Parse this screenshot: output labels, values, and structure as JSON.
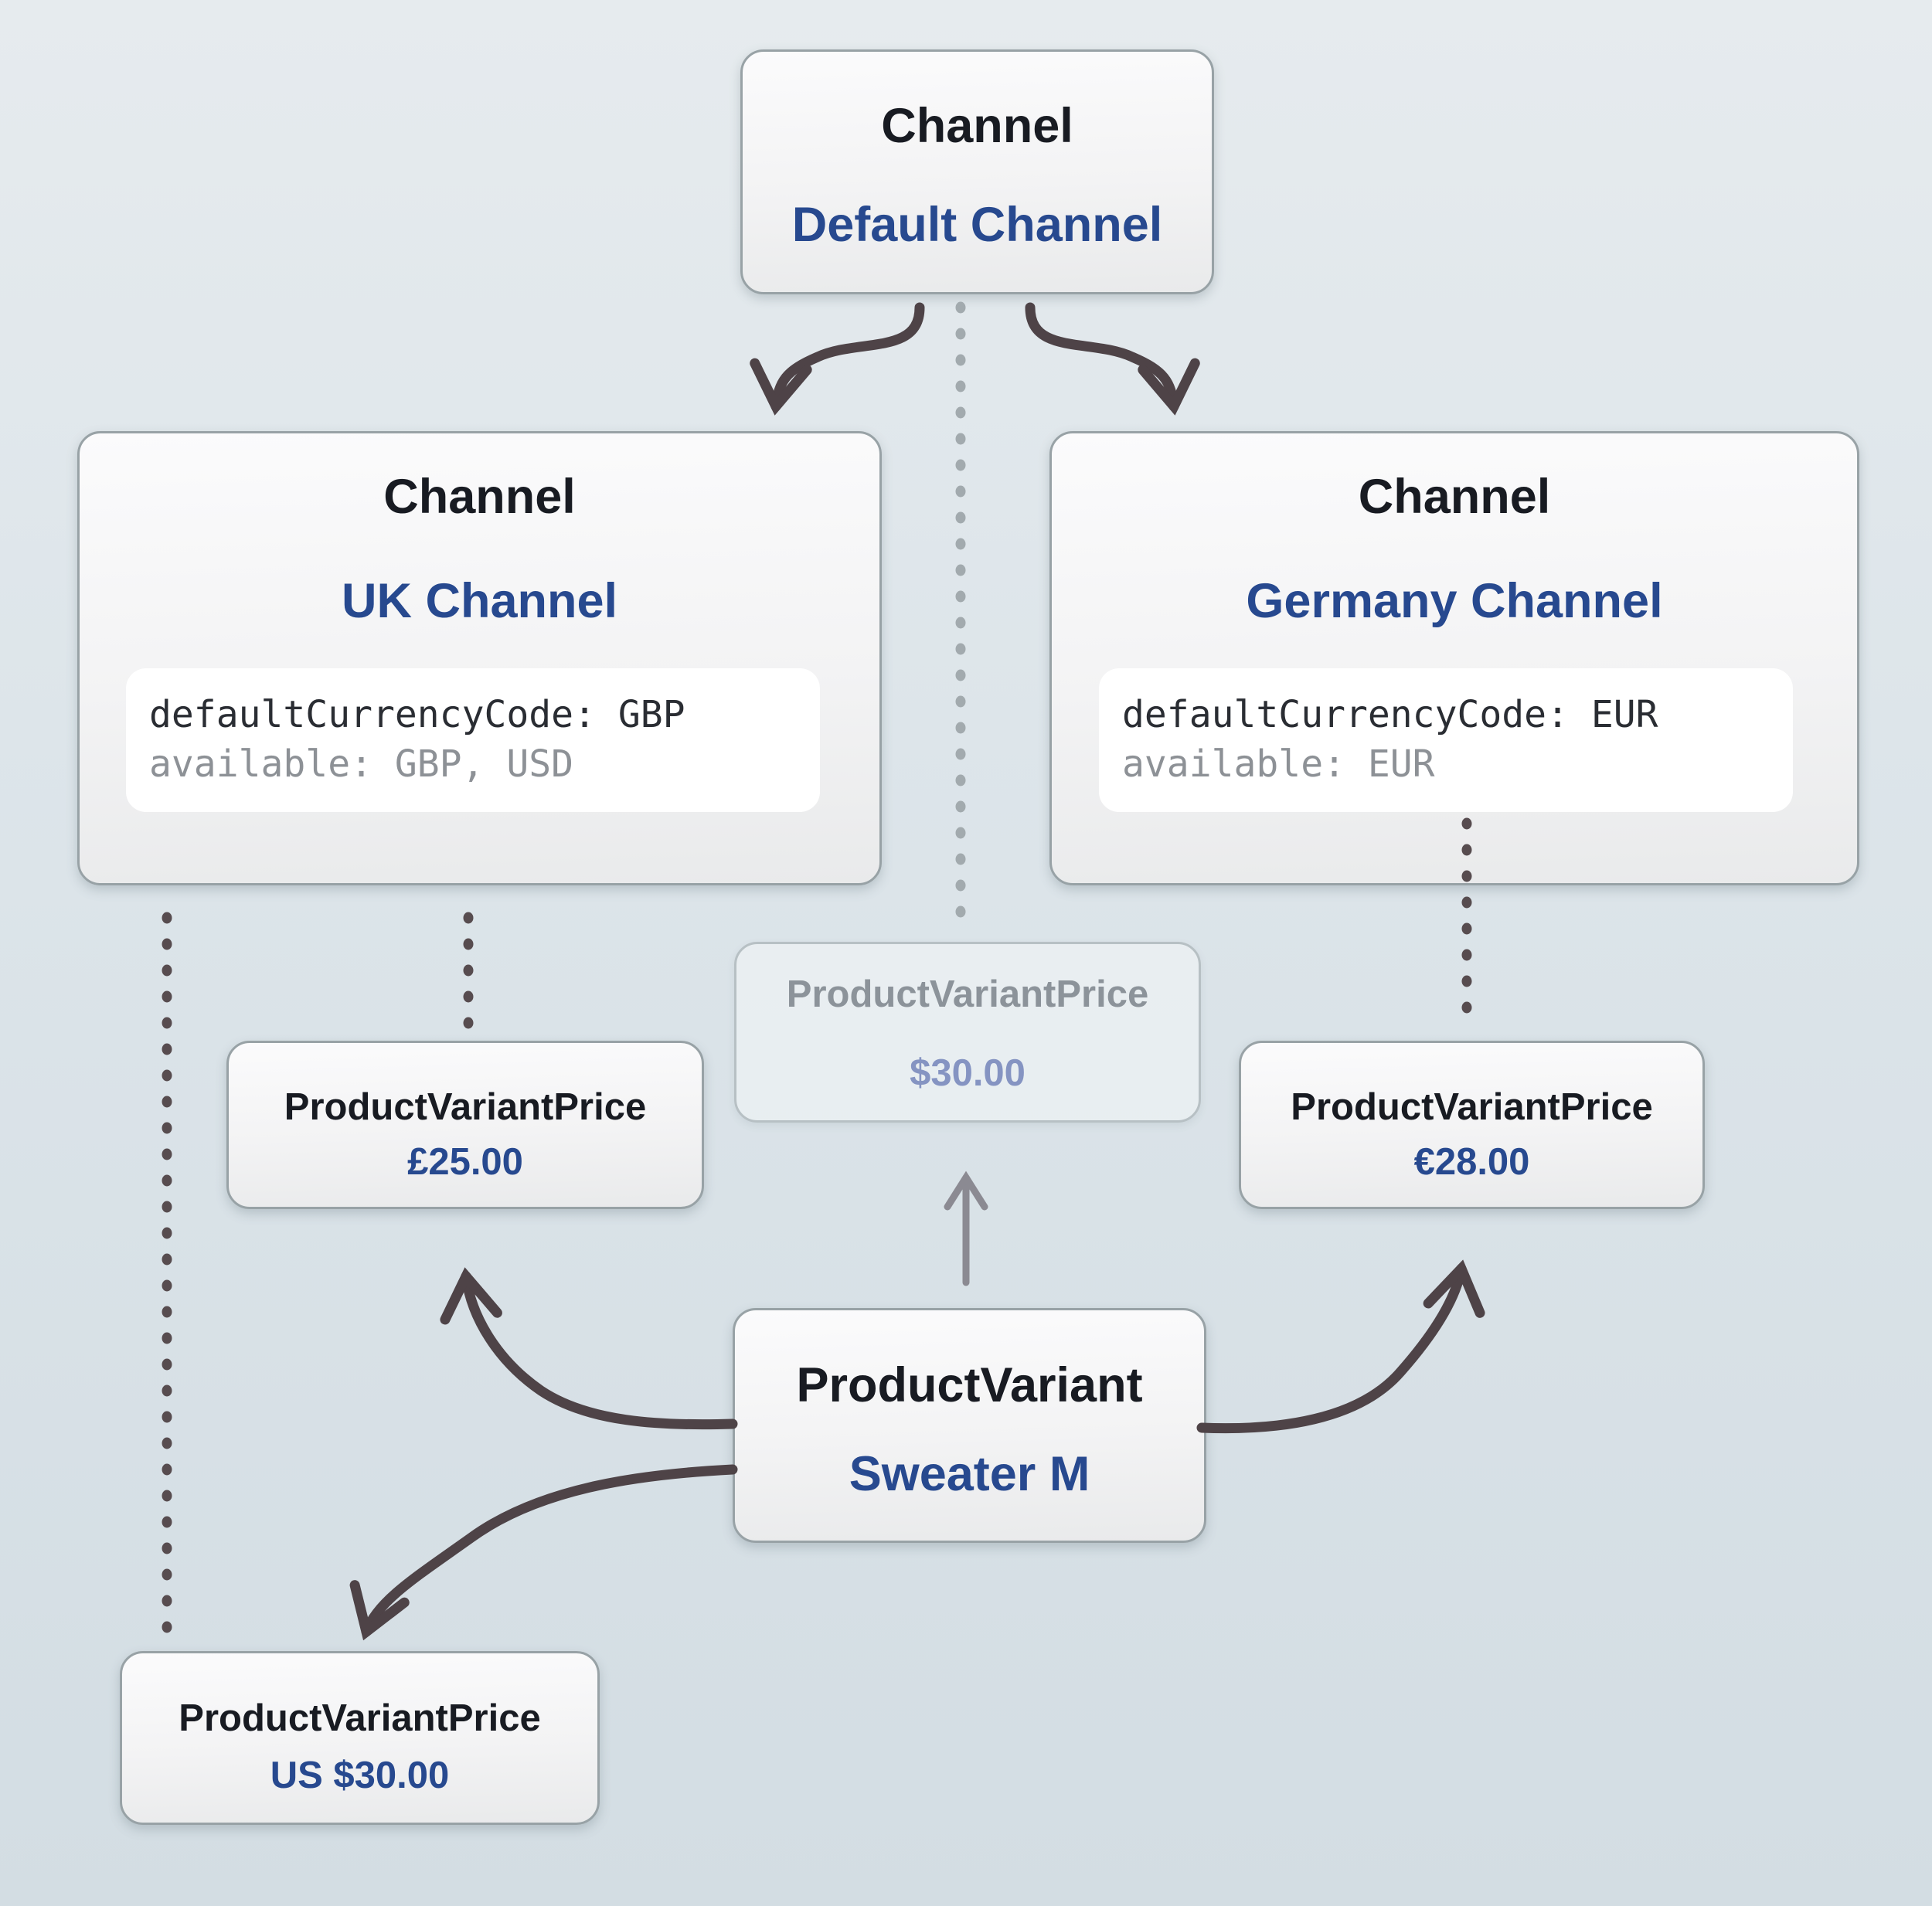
{
  "colors": {
    "accent_blue": "#27498f",
    "title_dark": "#181b22",
    "mono_dark": "#2a2d33",
    "mono_gray": "#8d9196",
    "faded_title": "#8c939a",
    "faded_value": "#8594c2",
    "connector_dark": "#4e4347",
    "connector_gray": "#8b8a92"
  },
  "nodes": {
    "default_channel": {
      "entity": "Channel",
      "title": "Default Channel"
    },
    "uk_channel": {
      "entity": "Channel",
      "title": "UK Channel",
      "attributes": {
        "primary": "defaultCurrencyCode: GBP",
        "secondary": "available: GBP, USD"
      }
    },
    "germany_channel": {
      "entity": "Channel",
      "title": "Germany Channel",
      "attributes": {
        "primary": "defaultCurrencyCode: EUR",
        "secondary": "available: EUR"
      }
    },
    "default_price": {
      "entity": "ProductVariantPrice",
      "value": "$30.00"
    },
    "uk_price": {
      "entity": "ProductVariantPrice",
      "value": "£25.00"
    },
    "germany_price": {
      "entity": "ProductVariantPrice",
      "value": "€28.00"
    },
    "product_variant": {
      "entity": "ProductVariant",
      "title": "Sweater M"
    },
    "us_price": {
      "entity": "ProductVariantPrice",
      "value": "US $30.00"
    }
  },
  "edges": [
    {
      "from": "default_channel",
      "to": "uk_channel",
      "style": "solid-arrow"
    },
    {
      "from": "default_channel",
      "to": "germany_channel",
      "style": "solid-arrow"
    },
    {
      "from": "default_channel",
      "to": "default_price",
      "style": "dotted-light"
    },
    {
      "from": "uk_channel",
      "to": "uk_price",
      "style": "dotted-dark"
    },
    {
      "from": "uk_channel",
      "to": "us_price",
      "style": "dotted-dark"
    },
    {
      "from": "germany_channel",
      "to": "germany_price",
      "style": "dotted-dark"
    },
    {
      "from": "product_variant",
      "to": "default_price",
      "style": "solid-arrow-muted"
    },
    {
      "from": "product_variant",
      "to": "uk_price",
      "style": "solid-arrow"
    },
    {
      "from": "product_variant",
      "to": "us_price",
      "style": "solid-arrow"
    },
    {
      "from": "product_variant",
      "to": "germany_price",
      "style": "solid-arrow"
    }
  ]
}
